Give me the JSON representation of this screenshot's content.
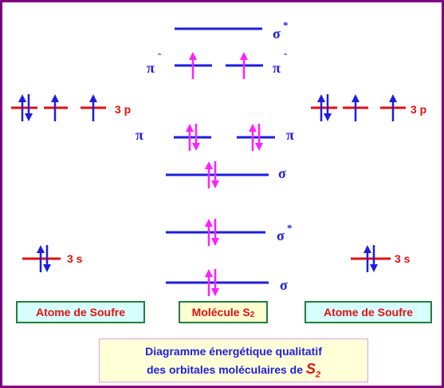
{
  "atom_levels": {
    "p_label": "3 p",
    "s_label": "3 s"
  },
  "mo_labels": {
    "sigma_star_p": "σ",
    "sigma_star_p_mark": "*",
    "pi_star": "π",
    "pi_star_mark": "ˆ",
    "pi": "π",
    "sigma_p": "σ",
    "sigma_star_s": "σ",
    "sigma_star_s_mark": "*",
    "sigma_s": "σ"
  },
  "boxes": {
    "left_atom": "Atome de Soufre",
    "molecule_prefix": "Molécule S",
    "molecule_sub": "2",
    "right_atom": "Atome de Soufre"
  },
  "caption": {
    "line1": "Diagramme énergétique qualitatif",
    "line2_prefix": "des orbitales moléculaires de ",
    "line2_symbol": "S",
    "line2_sub": "2"
  },
  "colors": {
    "frame": "#7f007f",
    "level_blue": "#1d1de0",
    "level_red": "#e01010",
    "electron_mo": "#ff20ff",
    "electron_atom": "#1d1de0",
    "box_border": "#1f7f3f",
    "box_side_bg": "#d6ffff",
    "box_mid_bg": "#ffffd0"
  }
}
